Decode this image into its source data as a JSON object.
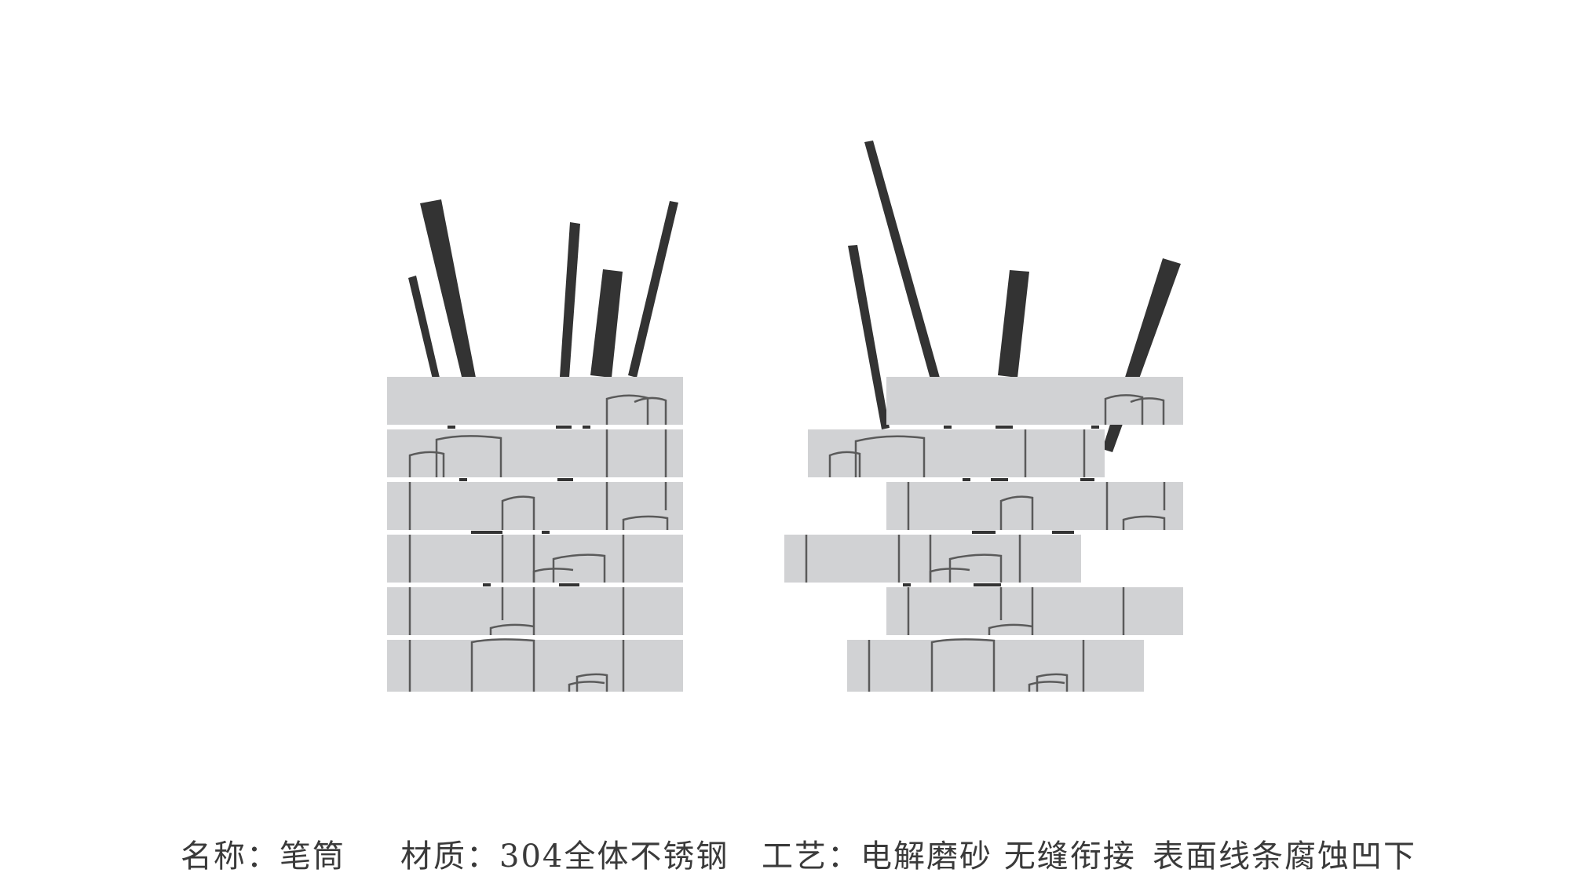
{
  "colors": {
    "background": "#ffffff",
    "block": "#d1d2d4",
    "pen": "#333333",
    "seam": "#5a5a5a",
    "text": "#3a3a3a"
  },
  "caption": {
    "name_label": "名称：笔筒",
    "material_label": "材质：304全体不锈钢",
    "craft_label": "工艺：电解磨砂 无缝衔接",
    "surface_label": "表面线条腐蚀凹下"
  }
}
